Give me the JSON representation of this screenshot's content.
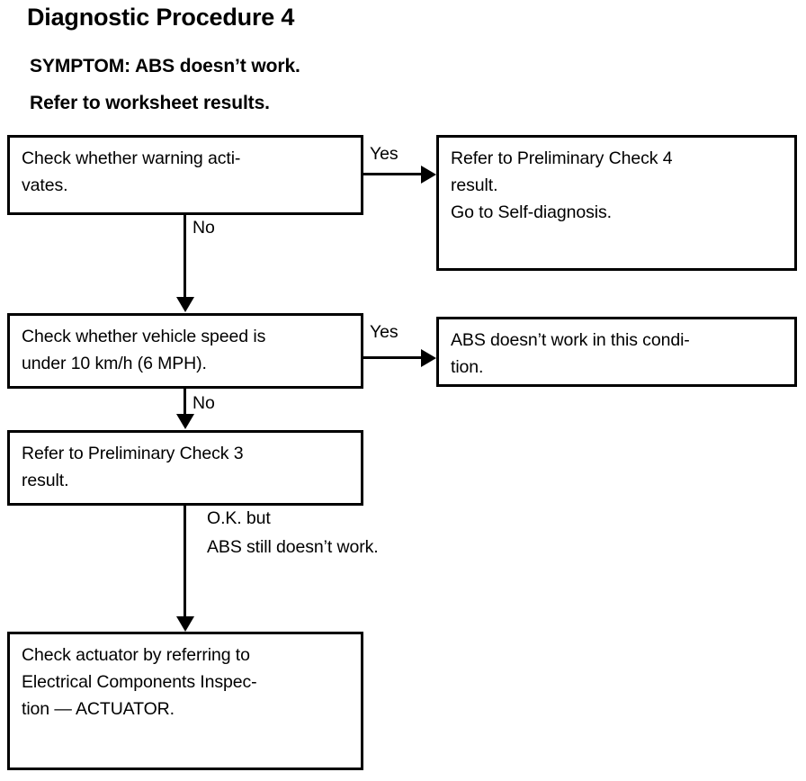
{
  "page": {
    "title": "Diagnostic Procedure 4",
    "symptom_lines": [
      "SYMPTOM: ABS doesn’t work.",
      "Refer to worksheet results."
    ]
  },
  "flow": {
    "nodes": [
      {
        "id": "check-warning",
        "lines": [
          "Check whether warning acti-",
          "vates."
        ]
      },
      {
        "id": "prelim-check-4",
        "lines": [
          "Refer to Preliminary Check 4",
          "result.",
          "Go to Self-diagnosis."
        ]
      },
      {
        "id": "check-vehicle-speed",
        "lines": [
          "Check whether vehicle speed is",
          "under 10 km/h (6 MPH)."
        ]
      },
      {
        "id": "abs-not-work-condition",
        "lines": [
          "ABS doesn’t work in this condi-",
          "tion."
        ]
      },
      {
        "id": "prelim-check-3",
        "lines": [
          "Refer to Preliminary Check 3",
          "result."
        ]
      },
      {
        "id": "check-actuator",
        "lines": [
          "Check actuator by referring to",
          "Electrical Components Inspec-",
          "tion — ACTUATOR."
        ]
      }
    ],
    "edge_labels": {
      "yes_1": "Yes",
      "no_1": "No",
      "yes_2": "Yes",
      "no_2": "No",
      "ok_but_line1": "O.K. but",
      "ok_but_line2": "ABS still doesn’t work."
    }
  },
  "colors": {
    "ink": "#000000",
    "paper": "#ffffff"
  }
}
